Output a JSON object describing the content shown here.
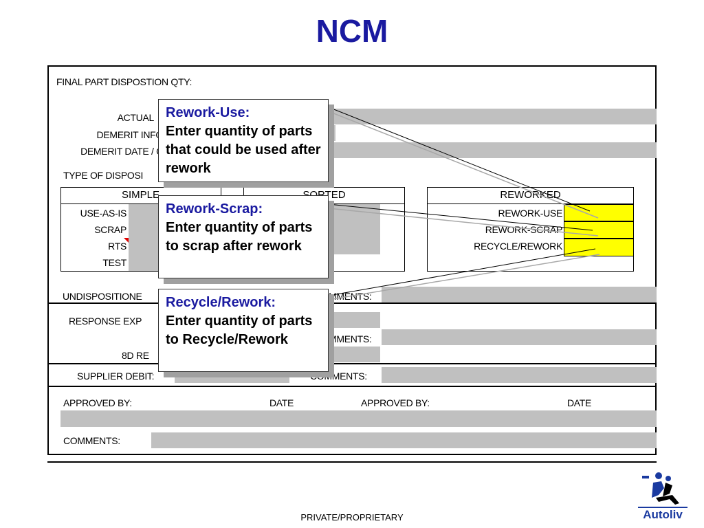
{
  "title": "NCM",
  "form": {
    "final_part_disposition": "FINAL PART DISPOSTION QTY:",
    "actual": "ACTUAL",
    "demerit_info": "DEMERIT INFO",
    "demerit_date": "DEMERIT DATE / C",
    "type_of_disposition": "TYPE OF DISPOSI",
    "simple_header": "SIMPLE",
    "sorted_header": "SORTED",
    "reworked_header": "REWORKED",
    "simple_rows": [
      "USE-AS-IS",
      "SCRAP",
      "RTS",
      "TEST"
    ],
    "reworked_rows": [
      "REWORK-USE",
      "REWORK-SCRAP",
      "RECYCLE/REWORK"
    ],
    "undispositioned": "UNDISPOSITIONE",
    "comments_1": "MMENTS:",
    "response_expected": "RESPONSE EXP",
    "comments_2": "MMENTS:",
    "eight_d": "8D RE",
    "supplier_debit": "SUPPLIER DEBIT:",
    "comments_3": "COMMENTS:",
    "approved_by_1": "APPROVED BY:",
    "date_1": "DATE",
    "approved_by_2": "APPROVED BY:",
    "date_2": "DATE",
    "comments_bottom": "COMMENTS:"
  },
  "callouts": [
    {
      "title": "Rework-Use:",
      "body": "Enter quantity of parts that could be used after rework"
    },
    {
      "title": "Rework-Scrap:",
      "body": "Enter quantity of parts to scrap after rework"
    },
    {
      "title": "Recycle/Rework:",
      "body": "Enter quantity of parts to Recycle/Rework"
    }
  ],
  "footer": "PRIVATE/PROPRIETARY",
  "logo": {
    "text": "Autoliv",
    "icon": "autoliv-figure-icon"
  },
  "colors": {
    "title": "#1a1aa0",
    "field_gray": "#c0c0c0",
    "highlight": "#ffff00",
    "logo_blue": "#1a3aa0"
  }
}
